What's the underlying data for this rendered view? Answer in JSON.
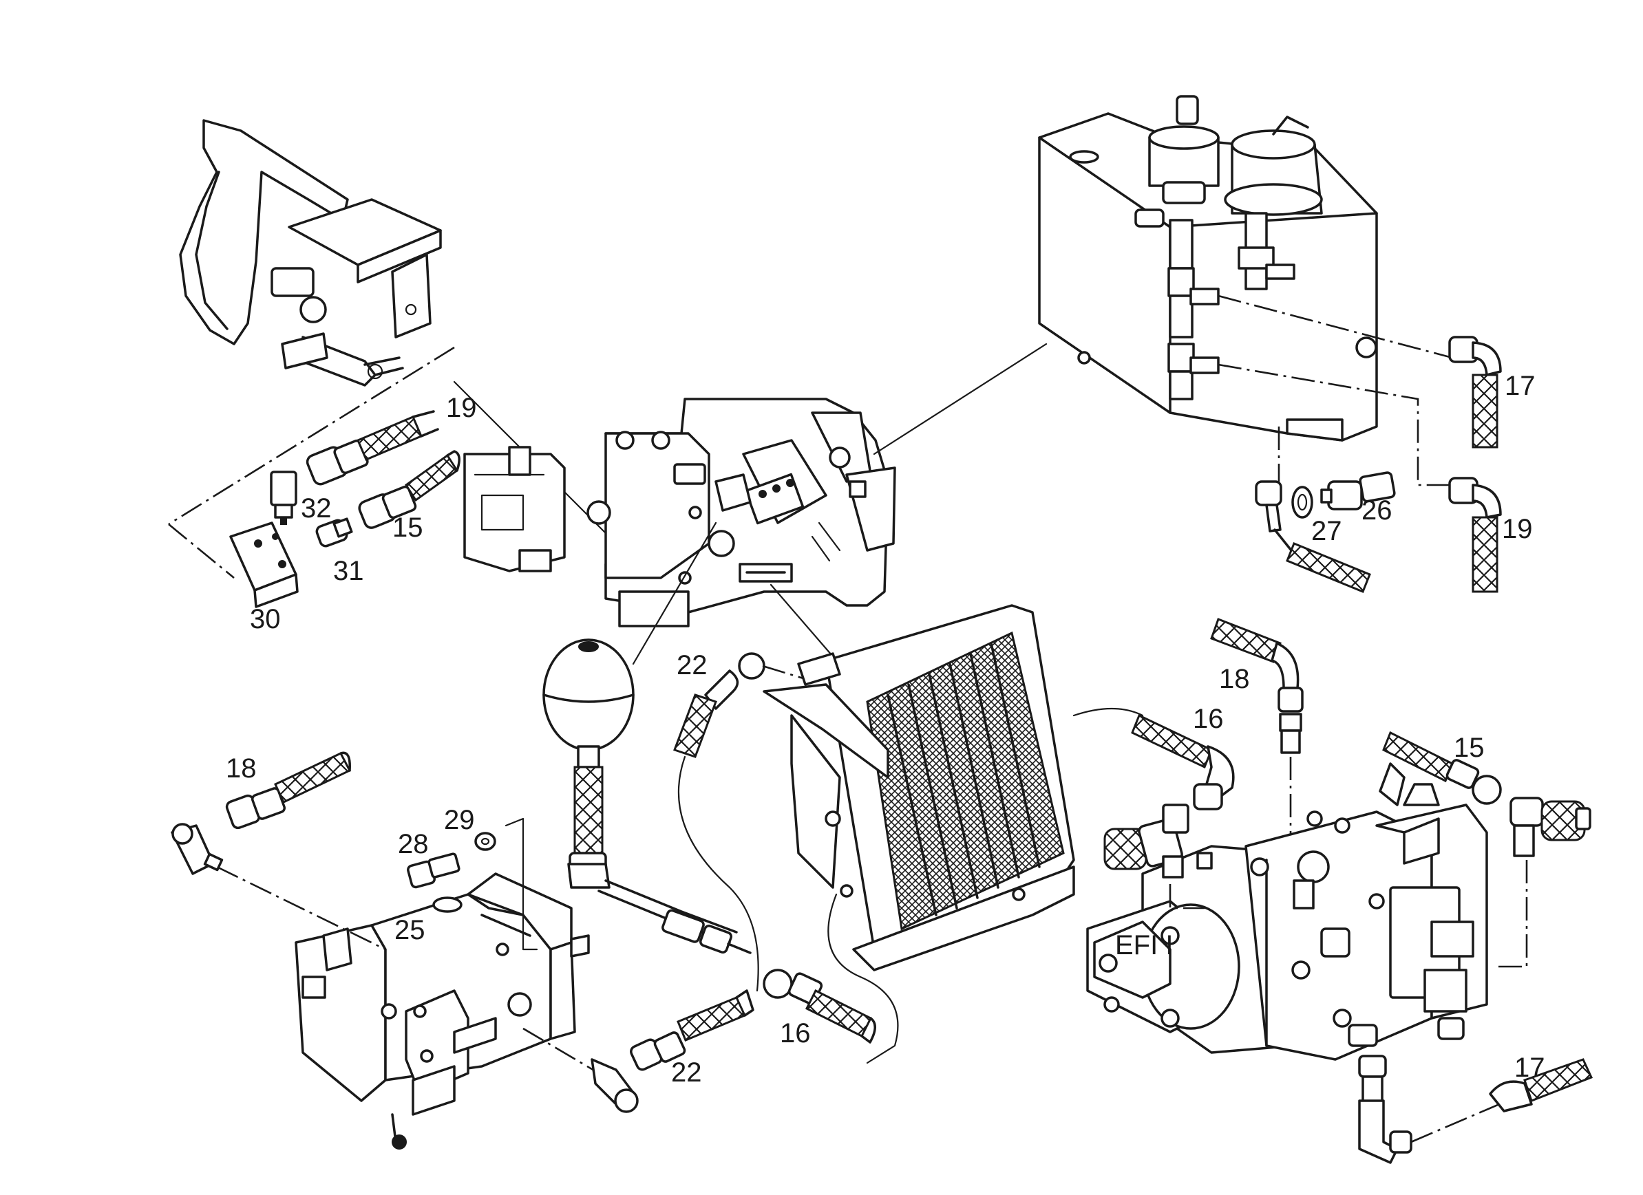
{
  "callouts": [
    {
      "id": "c15a",
      "text": "15"
    },
    {
      "id": "c15b",
      "text": "15"
    },
    {
      "id": "c16a",
      "text": "16"
    },
    {
      "id": "c16b",
      "text": "16"
    },
    {
      "id": "c17a",
      "text": "17"
    },
    {
      "id": "c17b",
      "text": "17"
    },
    {
      "id": "c18a",
      "text": "18"
    },
    {
      "id": "c18b",
      "text": "18"
    },
    {
      "id": "c19a",
      "text": "19"
    },
    {
      "id": "c19b",
      "text": "19"
    },
    {
      "id": "c22a",
      "text": "22"
    },
    {
      "id": "c22b",
      "text": "22"
    },
    {
      "id": "c25",
      "text": "25"
    },
    {
      "id": "c26",
      "text": "26"
    },
    {
      "id": "c27",
      "text": "27"
    },
    {
      "id": "c28",
      "text": "28"
    },
    {
      "id": "c29",
      "text": "29"
    },
    {
      "id": "c30",
      "text": "30"
    },
    {
      "id": "c31",
      "text": "31"
    },
    {
      "id": "c32",
      "text": "32"
    }
  ],
  "pump_plate_text": "EFI I"
}
